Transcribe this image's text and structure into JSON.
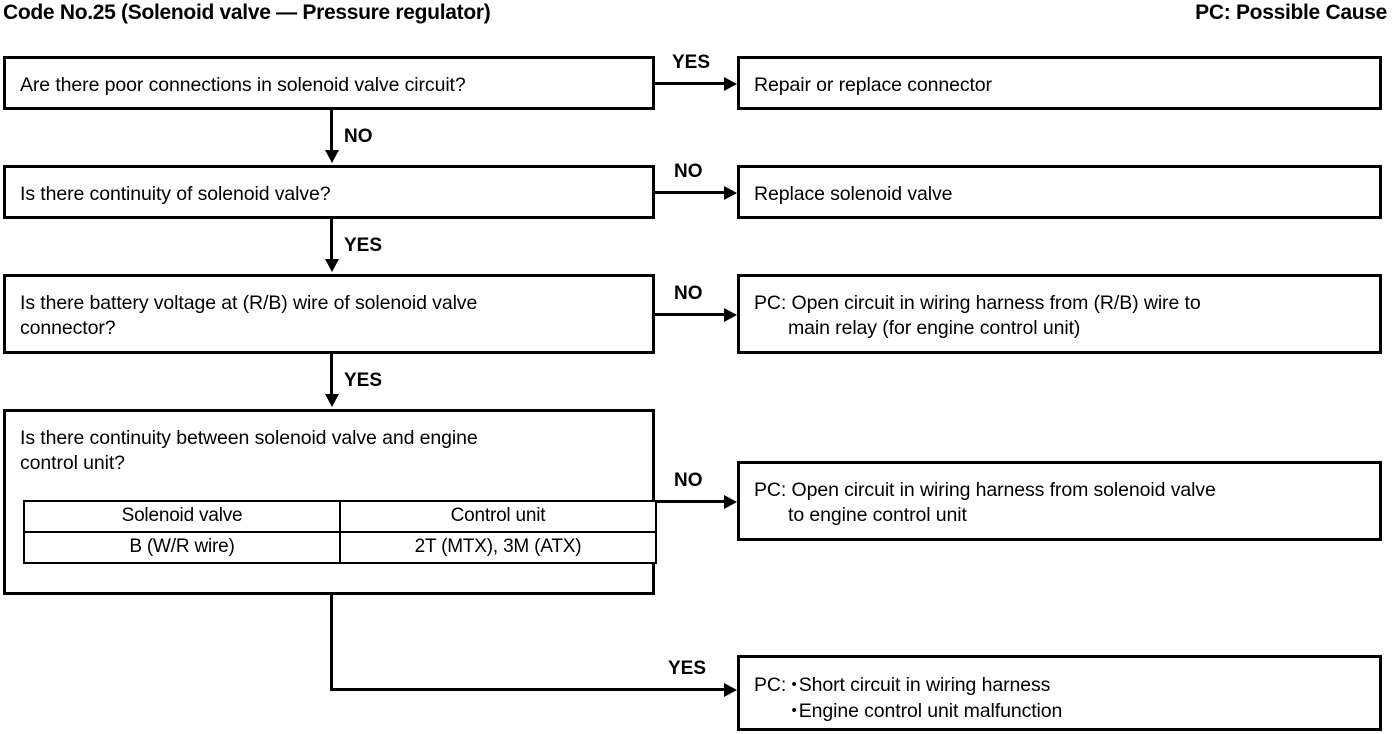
{
  "header": {
    "title": "Code No.25 (Solenoid valve — Pressure regulator)",
    "legend": "PC: Possible Cause"
  },
  "labels": {
    "yes": "YES",
    "no": "NO"
  },
  "steps": [
    {
      "question": "Are there poor connections in solenoid valve circuit?",
      "branch_label": "YES",
      "result": "Repair or replace connector"
    },
    {
      "question": "Is there continuity of solenoid valve?",
      "down_label": "NO",
      "branch_label": "NO",
      "result": "Replace solenoid valve"
    },
    {
      "question_line1": "Is there battery voltage at (R/B) wire of solenoid valve",
      "question_line2": "connector?",
      "down_label": "YES",
      "branch_label": "NO",
      "result_line1": "PC: Open circuit in wiring harness from (R/B) wire to",
      "result_line2": "main relay (for engine control unit)"
    },
    {
      "question_line1": "Is there continuity between solenoid valve and engine",
      "question_line2": "control unit?",
      "down_label": "YES",
      "branch_label": "NO",
      "result_line1": "PC: Open circuit in wiring harness from solenoid valve",
      "result_line2": "to engine control unit",
      "table": {
        "headers": [
          "Solenoid valve",
          "Control unit"
        ],
        "rows": [
          [
            "B (W/R wire)",
            "2T (MTX), 3M (ATX)"
          ]
        ]
      }
    }
  ],
  "final": {
    "branch_label": "YES",
    "lead": "PC:",
    "items": [
      "Short circuit in wiring harness",
      "Engine control unit malfunction"
    ],
    "bullet": "•"
  }
}
